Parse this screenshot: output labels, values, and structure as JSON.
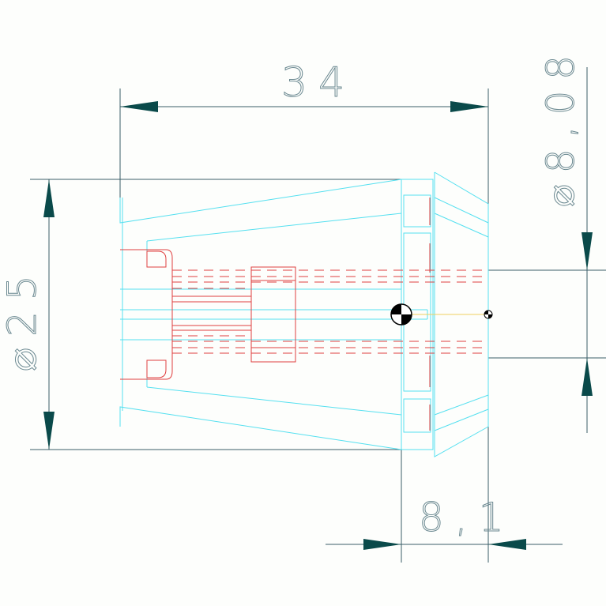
{
  "drawing": {
    "dimensions": {
      "length": "34",
      "diameter_outer": "⌀25",
      "diameter_bore": "⌀8,08",
      "nose_length": "8,1"
    },
    "colors": {
      "dimension": "#3a5d68",
      "arrowhead": "#0a4a4a",
      "outline": "#55e0f0",
      "hidden": "#e04040",
      "axis": "#f0d060"
    }
  }
}
